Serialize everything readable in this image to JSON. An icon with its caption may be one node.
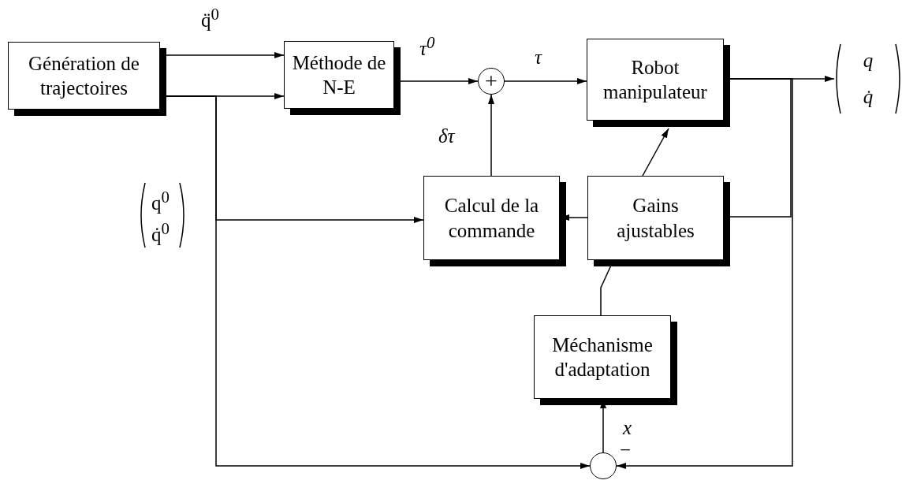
{
  "diagram": {
    "nodes": [
      {
        "text": [
          "Génération de trajectoires"
        ]
      },
      {
        "text": [
          "Méthode de N-E"
        ]
      },
      {
        "text": [
          "+"
        ]
      },
      {
        "text": [
          "Robot manipulateur"
        ]
      },
      {
        "text": [
          "Calcul de la commande"
        ]
      },
      {
        "text": [
          "Gains ajustables"
        ]
      },
      {
        "text": [
          "Méchanisme d'adaptation"
        ]
      },
      {
        "text": [],
        "shape": "circle"
      },
      {
        "text": [
          "q",
          "q̇"
        ]
      }
    ],
    "edges": [
      {
        "from": 0,
        "to": 1,
        "arrow": "to",
        "label": "q̈$^{0}$"
      },
      {
        "from": 0,
        "to": 1,
        "arrow": "to"
      },
      {
        "from": 0,
        "to": 4,
        "arrow": "to"
      },
      {
        "from": 0,
        "to": 7,
        "arrow": "to"
      },
      {
        "from": 1,
        "to": 2,
        "arrow": "to",
        "label": "τ$^{0}$"
      },
      {
        "from": 2,
        "to": 3,
        "arrow": "to",
        "label": "τ"
      },
      {
        "from": 4,
        "to": 2,
        "arrow": "to",
        "label": "δτ"
      },
      {
        "from": 3,
        "to": 8,
        "arrow": "to"
      },
      {
        "from": 3,
        "to": 5,
        "arrow": "none"
      },
      {
        "from": 3,
        "to": 7,
        "arrow": "to"
      },
      {
        "from": 5,
        "to": 4,
        "arrow": "to"
      },
      {
        "from": 7,
        "to": 6,
        "arrow": "to",
        "label": "x"
      },
      {
        "from": 6,
        "to": 5,
        "arrow": "none"
      },
      {
        "from": 5,
        "to": 3,
        "arrow": "to"
      }
    ],
    "labels": [
      "q$^{0}$",
      "q̇$^{0}$",
      "−"
    ]
  }
}
